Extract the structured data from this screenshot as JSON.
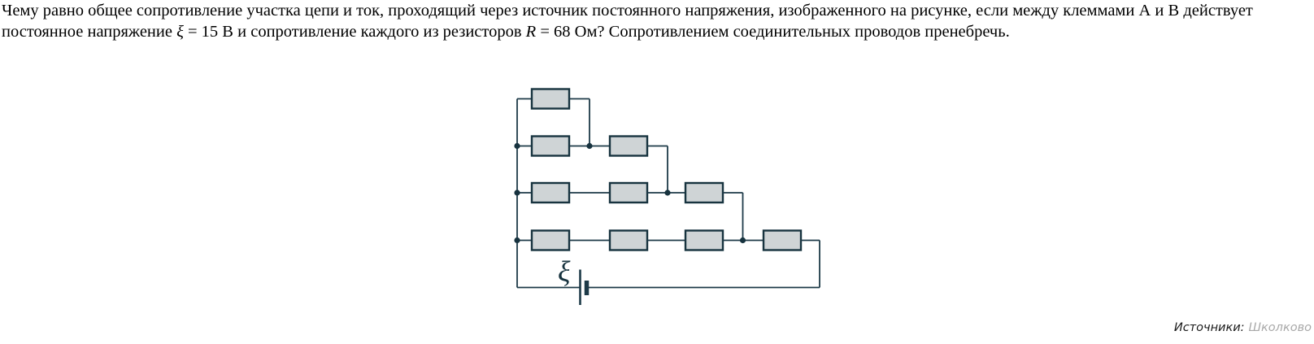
{
  "colors": {
    "page-bg": "#ffffff",
    "text": "#000000",
    "wire": "#1d3a48",
    "resistor-fill": "#cfd4d6",
    "resistor-border": "#17333f",
    "src-label": "#1a1a1a",
    "src-link": "#a8a8a8"
  },
  "problem": {
    "segments": [
      "Чему равно общее сопротивление участка цепи и ток, проходящий через источник постоянного напряжения, изображенного на рисунке, если между клеммами А и В действует постоянное напряжение ",
      "ξ",
      " = 15 В",
      " и сопротивление каждого из резисторов ",
      "R",
      " = 68 Ом",
      "? Сопротивлением соединительных проводов пренебречь."
    ]
  },
  "circuit": {
    "type": "resistor-ladder",
    "source_label": "ξ",
    "source_voltage": "15 В",
    "resistor_value": "68 Ом",
    "rows_resistor_counts": [
      1,
      2,
      3,
      4
    ],
    "total_resistors": 10,
    "junction_dots": 6
  },
  "footer": {
    "sources_label": "Источники:",
    "source_link": "Школково"
  }
}
